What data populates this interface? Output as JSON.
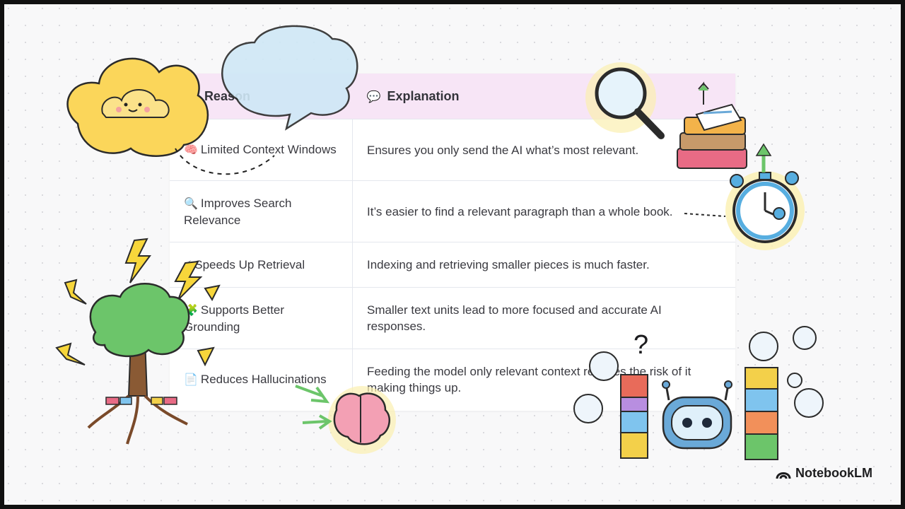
{
  "table": {
    "headers": {
      "reason_icon": "✅",
      "reason": "Reason",
      "explanation_icon": "💬",
      "explanation": "Explanation"
    },
    "rows": [
      {
        "icon": "🧠",
        "reason": "Limited Context Windows",
        "explanation": "Ensures you only send the AI what’s most relevant."
      },
      {
        "icon": "🔍",
        "reason": "Improves Search Relevance",
        "explanation": "It’s easier to find a relevant paragraph than a whole book."
      },
      {
        "icon": "⚡",
        "reason": "Speeds Up Retrieval",
        "explanation": "Indexing and retrieving smaller pieces is much faster."
      },
      {
        "icon": "🧩",
        "reason": "Supports Better Grounding",
        "explanation": "Smaller text units lead to more focused and accurate AI responses."
      },
      {
        "icon": "📄",
        "reason": "Reduces Hallucinations",
        "explanation": "Feeding the model only relevant context reduces the risk of it making things up."
      }
    ]
  },
  "brand": {
    "name": "NotebookLM",
    "icon": "notebooklm-logo-icon"
  },
  "decorations": {
    "icons": [
      "yellow-cloud-icon",
      "speech-bubble-icon",
      "magnifier-icon",
      "books-icon",
      "stopwatch-icon",
      "lightning-tree-icon",
      "brain-icon",
      "robot-blocks-icon"
    ],
    "question_mark": "?"
  }
}
